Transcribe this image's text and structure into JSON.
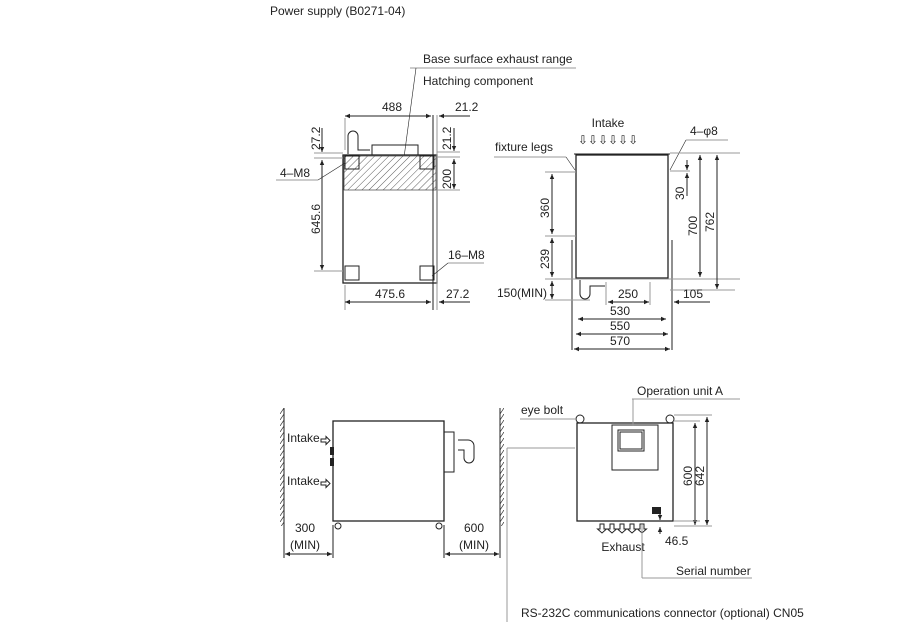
{
  "title": "Power supply (B0271-04)",
  "top_view": {
    "callout_exhaust": "Base surface exhaust range",
    "callout_hatching": "Hatching component",
    "dim_width": "488",
    "dim_right_offset": "21.2",
    "dim_top_left": "27.2",
    "dim_top_right": "21.2",
    "dim_hatch": "200",
    "dim_height": "645.6",
    "label_4m8": "4–M8",
    "label_16m8": "16–M8",
    "dim_bottom_width": "475.6",
    "dim_bottom_offset": "27.2"
  },
  "front_view": {
    "intake": "Intake",
    "fixture_legs": "fixture legs",
    "holes": "4–φ8",
    "dim_360": "360",
    "dim_239": "239",
    "dim_150": "150(MIN)",
    "dim_30": "30",
    "dim_700": "700",
    "dim_762": "762",
    "dim_250": "250",
    "dim_105": "105",
    "dim_530": "530",
    "dim_550": "550",
    "dim_570": "570"
  },
  "side_view": {
    "intake_upper": "Intake",
    "intake_lower": "Intake",
    "clear_left": "300",
    "clear_left_min": "(MIN)",
    "clear_right": "600",
    "clear_right_min": "(MIN)"
  },
  "rear_view": {
    "operation_unit": "Operation unit A",
    "eye_bolt": "eye bolt",
    "dim_600": "600",
    "dim_642": "642",
    "dim_46_5": "46.5",
    "exhaust": "Exhaust",
    "serial_number": "Serial number",
    "rs232c": "RS-232C communications connector (optional) CN05"
  }
}
